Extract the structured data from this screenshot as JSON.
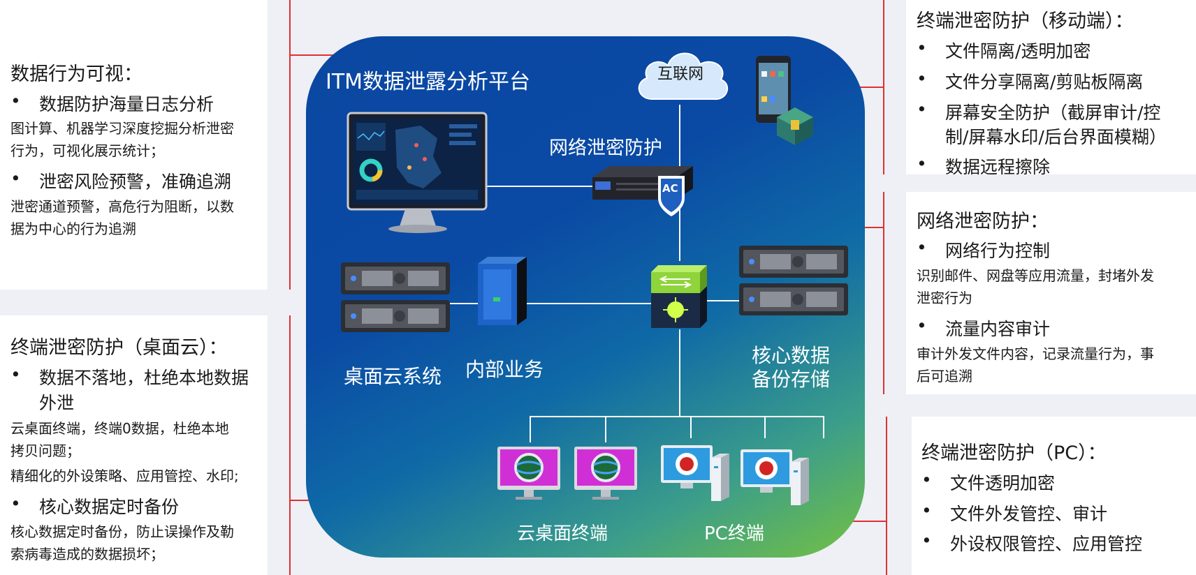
{
  "platform": {
    "title": "ITM数据泄露分析平台"
  },
  "diagram_labels": {
    "internet": "互联网",
    "network_protection": "网络泄密防护",
    "desktop_cloud_system": "桌面云系统",
    "internal_business": "内部业务",
    "core_backup_line1": "核心数据",
    "core_backup_line2": "备份存储",
    "cloud_terminal": "云桌面终端",
    "pc_terminal": "PC终端",
    "ac_badge": "AC"
  },
  "left_top": {
    "title": "数据行为可视：",
    "b1": "数据防护海量日志分析",
    "d1a": "图计算、机器学习深度挖掘分析泄密",
    "d1b": "行为，可视化展示统计；",
    "b2": "泄密风险预警，准确追溯",
    "d2a": "泄密通道预警，高危行为阻断，以数",
    "d2b": "据为中心的行为追溯"
  },
  "left_bottom": {
    "title": "终端泄密防护（桌面云）：",
    "b1a": "数据不落地，杜绝本地数据",
    "b1b": "外泄",
    "d1a": "云桌面终端，终端0数据，杜绝本地",
    "d1b": "拷贝问题；",
    "d1c": "精细化的外设策略、应用管控、水印;",
    "b2": "核心数据定时备份",
    "d2a": "核心数据定时备份，防止误操作及勒",
    "d2b": "索病毒造成的数据损坏；"
  },
  "right_top": {
    "title": "终端泄密防护（移动端）：",
    "b1": "文件隔离/透明加密",
    "b2": "文件分享隔离/剪贴板隔离",
    "b3a": "屏幕安全防护（截屏审计/控",
    "b3b": "制/屏幕水印/后台界面模糊）",
    "b4": "数据远程擦除"
  },
  "right_mid": {
    "title": "网络泄密防护：",
    "b1": "网络行为控制",
    "d1a": "识别邮件、网盘等应用流量，封堵外发",
    "d1b": "泄密行为",
    "b2": "流量内容审计",
    "d2a": "审计外发文件内容，记录流量行为，事",
    "d2b": "后可追溯"
  },
  "right_bottom": {
    "title": "终端泄密防护（PC）：",
    "b1": "文件透明加密",
    "b2": "文件外发管控、审计",
    "b3": "外设权限管控、应用管控"
  },
  "bullet": "•",
  "colors": {
    "board_top": "#0a47a2",
    "board_bottom": "#74c142",
    "connector": "#e03030"
  }
}
